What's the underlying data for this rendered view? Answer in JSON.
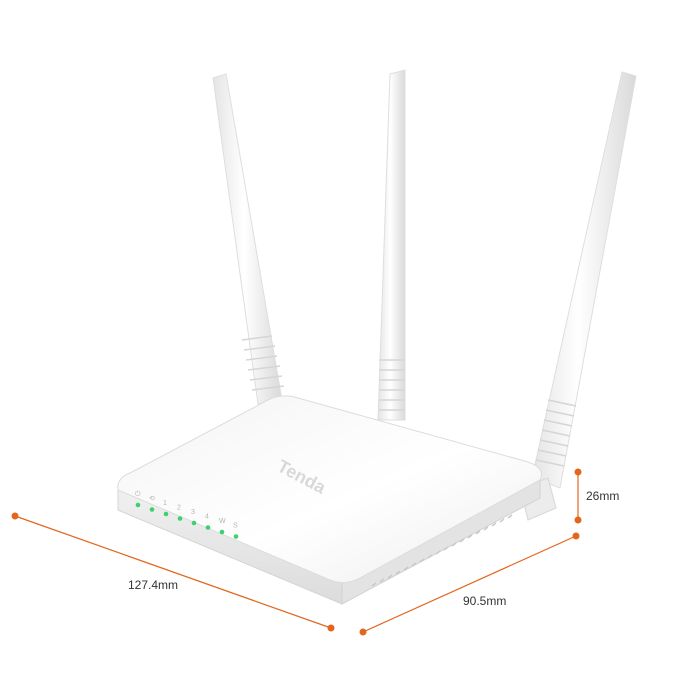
{
  "product": {
    "brand_logo_text": "Tenda",
    "led_labels": [
      "⏻",
      "⟲",
      "1",
      "2",
      "3",
      "4",
      "W",
      "S"
    ],
    "led_color": "#3bd16f"
  },
  "dimensions": {
    "width_label": "127.4mm",
    "depth_label": "90.5mm",
    "height_label": "26mm",
    "line_color": "#e2661d"
  }
}
